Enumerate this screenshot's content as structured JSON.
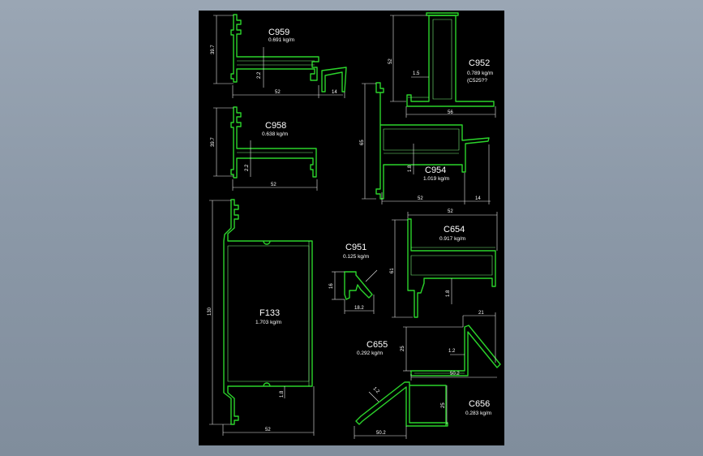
{
  "profiles": [
    {
      "code": "C959",
      "weight": "0.691 kg/m",
      "dims": [
        "39.7",
        "2.2",
        "52",
        "14"
      ]
    },
    {
      "code": "C952",
      "weight": "0.789 kg/m",
      "note": "(C525??",
      "dims": [
        "52",
        "1.5",
        "56"
      ]
    },
    {
      "code": "C958",
      "weight": "0.638 kg/m",
      "dims": [
        "39.7",
        "2.2",
        "52"
      ]
    },
    {
      "code": "C954",
      "weight": "1.019 kg/m",
      "dims": [
        "65",
        "1.8",
        "52",
        "14"
      ]
    },
    {
      "code": "C654",
      "weight": "0.917 kg/m",
      "dims": [
        "52",
        "61",
        "1.8"
      ]
    },
    {
      "code": "C951",
      "weight": "0.125 kg/m",
      "dims": [
        "16",
        "18.2"
      ]
    },
    {
      "code": "F133",
      "weight": "1.703 kg/m",
      "dims": [
        "130",
        "1.8",
        "52"
      ]
    },
    {
      "code": "C655",
      "weight": "0.292 kg/m",
      "dims": [
        "21",
        "25",
        "1.2",
        "50.2"
      ]
    },
    {
      "code": "C656",
      "weight": "0.283 kg/m",
      "dims": [
        "1.2",
        "25",
        "50.2"
      ]
    }
  ],
  "colors": {
    "background": "#000000",
    "profile": "#2bd42b",
    "dimension": "#e8e8e8",
    "text": "#ffffff"
  }
}
